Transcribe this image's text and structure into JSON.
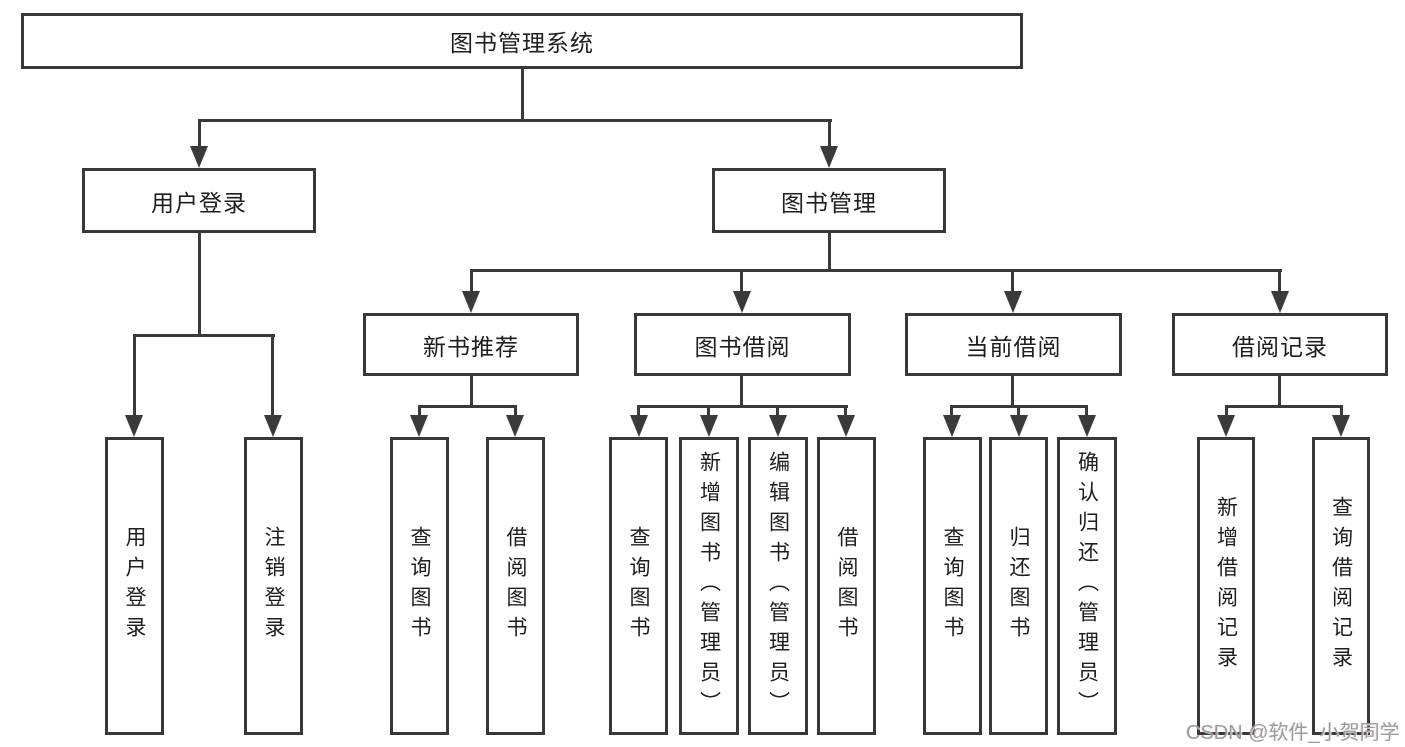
{
  "nodes": {
    "root": "图书管理系统",
    "user_login": "用户登录",
    "book_mgmt": "图书管理",
    "new_book_rec": "新书推荐",
    "book_borrow": "图书借阅",
    "current_borrow": "当前借阅",
    "borrow_records": "借阅记录",
    "leaf_user_login": "用户登录",
    "leaf_logout": "注销登录",
    "leaf_rec_query": "查询图书",
    "leaf_rec_borrow": "借阅图书",
    "leaf_bb_query": "查询图书",
    "leaf_bb_add": "新增图书（管理员）",
    "leaf_bb_edit": "编辑图书（管理员）",
    "leaf_bb_borrow": "借阅图书",
    "leaf_cb_query": "查询图书",
    "leaf_cb_return": "归还图书",
    "leaf_cb_confirm": "确认归还（管理员）",
    "leaf_br_add": "新增借阅记录",
    "leaf_br_query": "查询借阅记录"
  },
  "watermark": "CSDN @软件_小贺同学",
  "colors": {
    "line": "#3a3a3a",
    "box_border": "#383838",
    "text": "#1e1e1e",
    "background": "#ffffff",
    "watermark": "#9c9c9c"
  }
}
